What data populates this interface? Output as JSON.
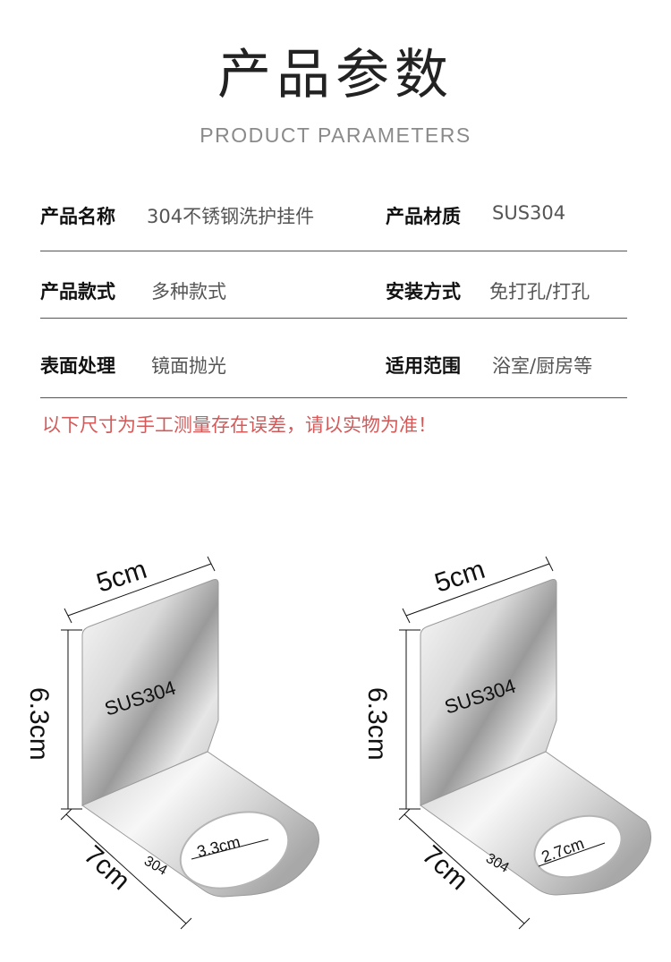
{
  "header": {
    "title": "产品参数",
    "subtitle": "PRODUCT PARAMETERS"
  },
  "params": [
    {
      "label": "产品名称",
      "value": "304不锈钢洗护挂件"
    },
    {
      "label": "产品材质",
      "value": "SUS304"
    },
    {
      "label": "产品款式",
      "value": "多种款式"
    },
    {
      "label": "安装方式",
      "value": "免打孔/打孔"
    },
    {
      "label": "表面处理",
      "value": "镜面抛光"
    },
    {
      "label": "适用范围",
      "value": "浴室/厨房等"
    }
  ],
  "note": "以下尺寸为手工测量存在误差，请以实物为准！",
  "products": [
    {
      "width": "5cm",
      "height": "6.3cm",
      "depth": "7cm",
      "hole": "3.3cm",
      "stamp": "SUS304",
      "stamp_bottom": "304"
    },
    {
      "width": "5cm",
      "height": "6.3cm",
      "depth": "7cm",
      "hole": "2.7cm",
      "stamp": "SUS304",
      "stamp_bottom": "304"
    }
  ],
  "colors": {
    "note": "#d45a5a",
    "steel_light": "#f4f4f4",
    "steel_dark": "#8e8e8e"
  }
}
